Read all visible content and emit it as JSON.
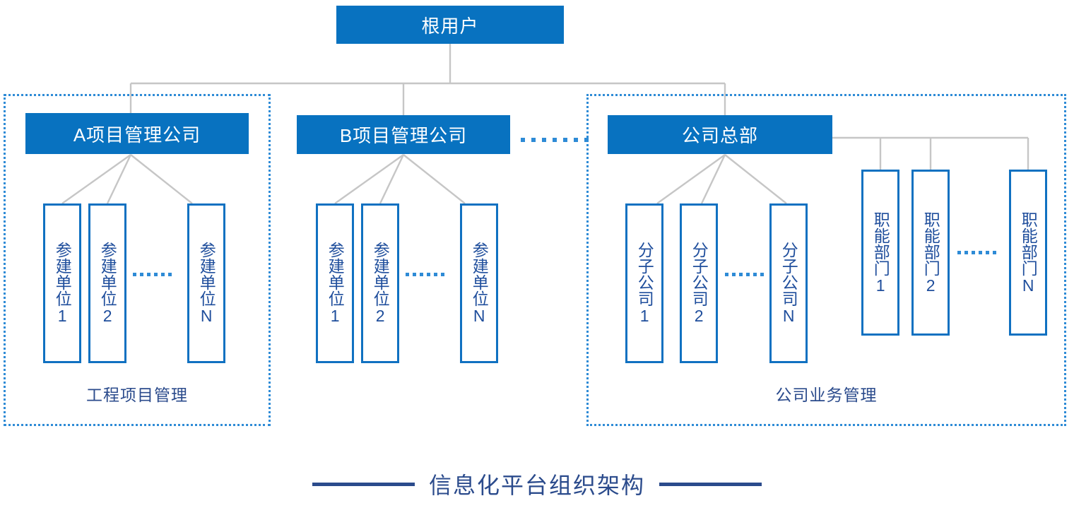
{
  "diagram": {
    "title": "信息化平台组织架构",
    "root": {
      "label": "根用户"
    },
    "colors": {
      "node_blue": "#0872C0",
      "leaf_border": "#1071C1",
      "leaf_text": "#1F4E9C",
      "group_border": "#2E8BD6",
      "caption_text": "#2B4B8C",
      "connector": "#C6C6C6"
    },
    "groups": [
      {
        "id": "engineering",
        "caption": "工程项目管理",
        "heads": [
          {
            "id": "company-a",
            "label": "A项目管理公司",
            "children": [
              {
                "label": "参建单位1"
              },
              {
                "label": "参建单位2"
              },
              {
                "ellipsis": "......"
              },
              {
                "label": "参建单位N"
              }
            ]
          }
        ]
      },
      {
        "id": "company-b-standalone",
        "caption": "",
        "heads": [
          {
            "id": "company-b",
            "label": "B项目管理公司",
            "children": [
              {
                "label": "参建单位1"
              },
              {
                "label": "参建单位2"
              },
              {
                "ellipsis": "......"
              },
              {
                "label": "参建单位N"
              }
            ]
          }
        ]
      },
      {
        "id": "business",
        "caption": "公司业务管理",
        "heads": [
          {
            "id": "headquarters",
            "label": "公司总部",
            "children": [
              {
                "label": "分子公司1"
              },
              {
                "label": "分子公司2"
              },
              {
                "ellipsis": "......"
              },
              {
                "label": "分子公司N"
              }
            ],
            "side_children": [
              {
                "label": "职能部门1"
              },
              {
                "label": "职能部门2"
              },
              {
                "ellipsis": "......"
              },
              {
                "label": "职能部门N"
              }
            ]
          }
        ]
      }
    ],
    "inter_group_ellipsis": ".........",
    "leaf_labels": {
      "a1": "参建单位1",
      "a2": "参建单位2",
      "aN": "参建单位N",
      "b1": "参建单位1",
      "b2": "参建单位2",
      "bN": "参建单位N",
      "s1": "分子公司1",
      "s2": "分子公司2",
      "sN": "分子公司N",
      "f1": "职能部门1",
      "f2": "职能部门2",
      "fN": "职能部门N"
    }
  }
}
